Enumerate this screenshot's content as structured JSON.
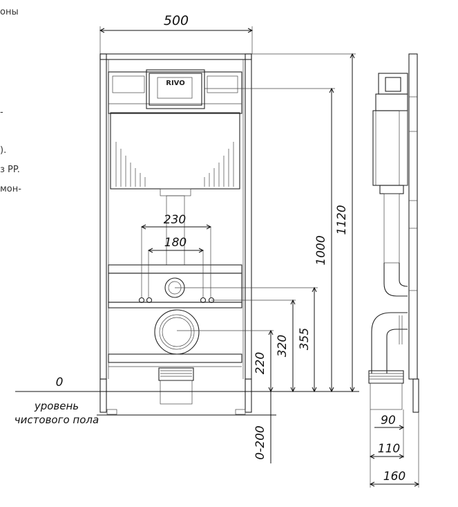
{
  "side_text": [
    "оны",
    "-",
    ").",
    "з PP.",
    "мон-"
  ],
  "brand": "RIVO",
  "dims": {
    "width_500": "500",
    "d230": "230",
    "d180": "180",
    "d1120": "1120",
    "d1000": "1000",
    "d355": "355",
    "d320": "320",
    "d220": "220",
    "d0_200": "0-200",
    "zero": "0",
    "floor_line1": "уровень",
    "floor_line2": "чистового пола",
    "d90": "90",
    "d110": "110",
    "d160": "160"
  }
}
